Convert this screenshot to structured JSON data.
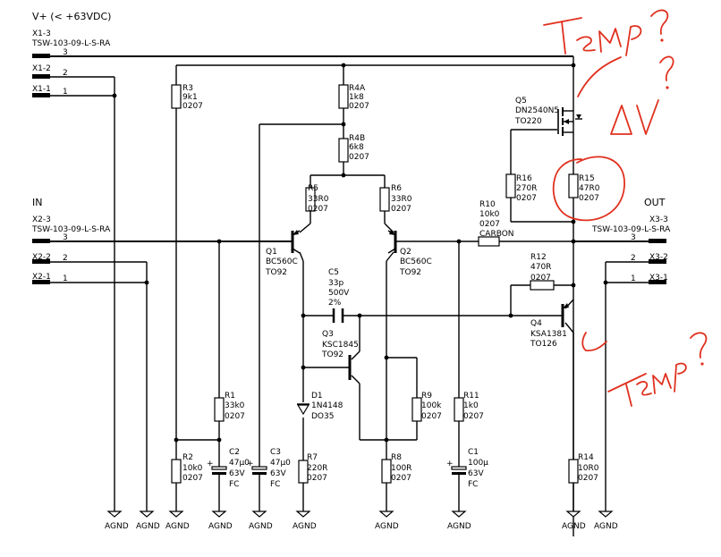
{
  "supply_label": "V+ (< +63VDC)",
  "connectors": {
    "x1_3": "X1-3",
    "x1_2": "X1-2",
    "x1_1": "X1-1",
    "x2_3": "X2-3",
    "x2_2": "X2-2",
    "x2_1": "X2-1",
    "x3_3": "X3-3",
    "x3_2": "X3-2",
    "x3_1": "X3-1",
    "part": "TSW-103-09-L-S-RA",
    "pin1": "1",
    "pin2": "2",
    "pin3": "3"
  },
  "in_label": "IN",
  "out_label": "OUT",
  "ground": "AGND",
  "components": {
    "r3": [
      "R3",
      "9k1",
      "0207"
    ],
    "r4a": [
      "R4A",
      "1k8",
      "0207"
    ],
    "r4b": [
      "R4B",
      "6k8",
      "0207"
    ],
    "r5": [
      "R5",
      "33R0",
      "0207"
    ],
    "r6": [
      "R6",
      "33R0",
      "0207"
    ],
    "r10": [
      "R10",
      "10k0",
      "0207",
      "CARBON"
    ],
    "r16": [
      "R16",
      "270R",
      "0207"
    ],
    "r15": [
      "R15",
      "47R0",
      "0207"
    ],
    "q5": [
      "Q5",
      "DN2540N5",
      "TO220"
    ],
    "q1": [
      "Q1",
      "BC560C",
      "TO92"
    ],
    "q2": [
      "Q2",
      "BC560C",
      "TO92"
    ],
    "c5": [
      "C5",
      "33p",
      "500V",
      "2%"
    ],
    "r12": [
      "R12",
      "470R",
      "0207"
    ],
    "q4": [
      "Q4",
      "KSA1381",
      "TO126"
    ],
    "q3": [
      "Q3",
      "KSC1845",
      "TO92"
    ],
    "r1": [
      "R1",
      "33k0",
      "0207"
    ],
    "d1": [
      "D1",
      "1N4148",
      "DO35"
    ],
    "r9": [
      "R9",
      "100k",
      "0207"
    ],
    "r11": [
      "R11",
      "1k0",
      "0207"
    ],
    "r2": [
      "R2",
      "10k0",
      "0207"
    ],
    "c2": [
      "C2",
      "47µ0",
      "63V",
      "FC"
    ],
    "c3": [
      "C3",
      "47µ0",
      "63V",
      "FC"
    ],
    "r7": [
      "R7",
      "220R",
      "0207"
    ],
    "r8": [
      "R8",
      "100R",
      "0207"
    ],
    "c1": [
      "C1",
      "100µ",
      "63V",
      "FC"
    ],
    "r14": [
      "R14",
      "10R0",
      "0207"
    ]
  },
  "annotations": {
    "temp_top": "Temp?",
    "delta_v": "ΔV?",
    "temp_bottom": "Temp?",
    "color": "#e0301e"
  }
}
